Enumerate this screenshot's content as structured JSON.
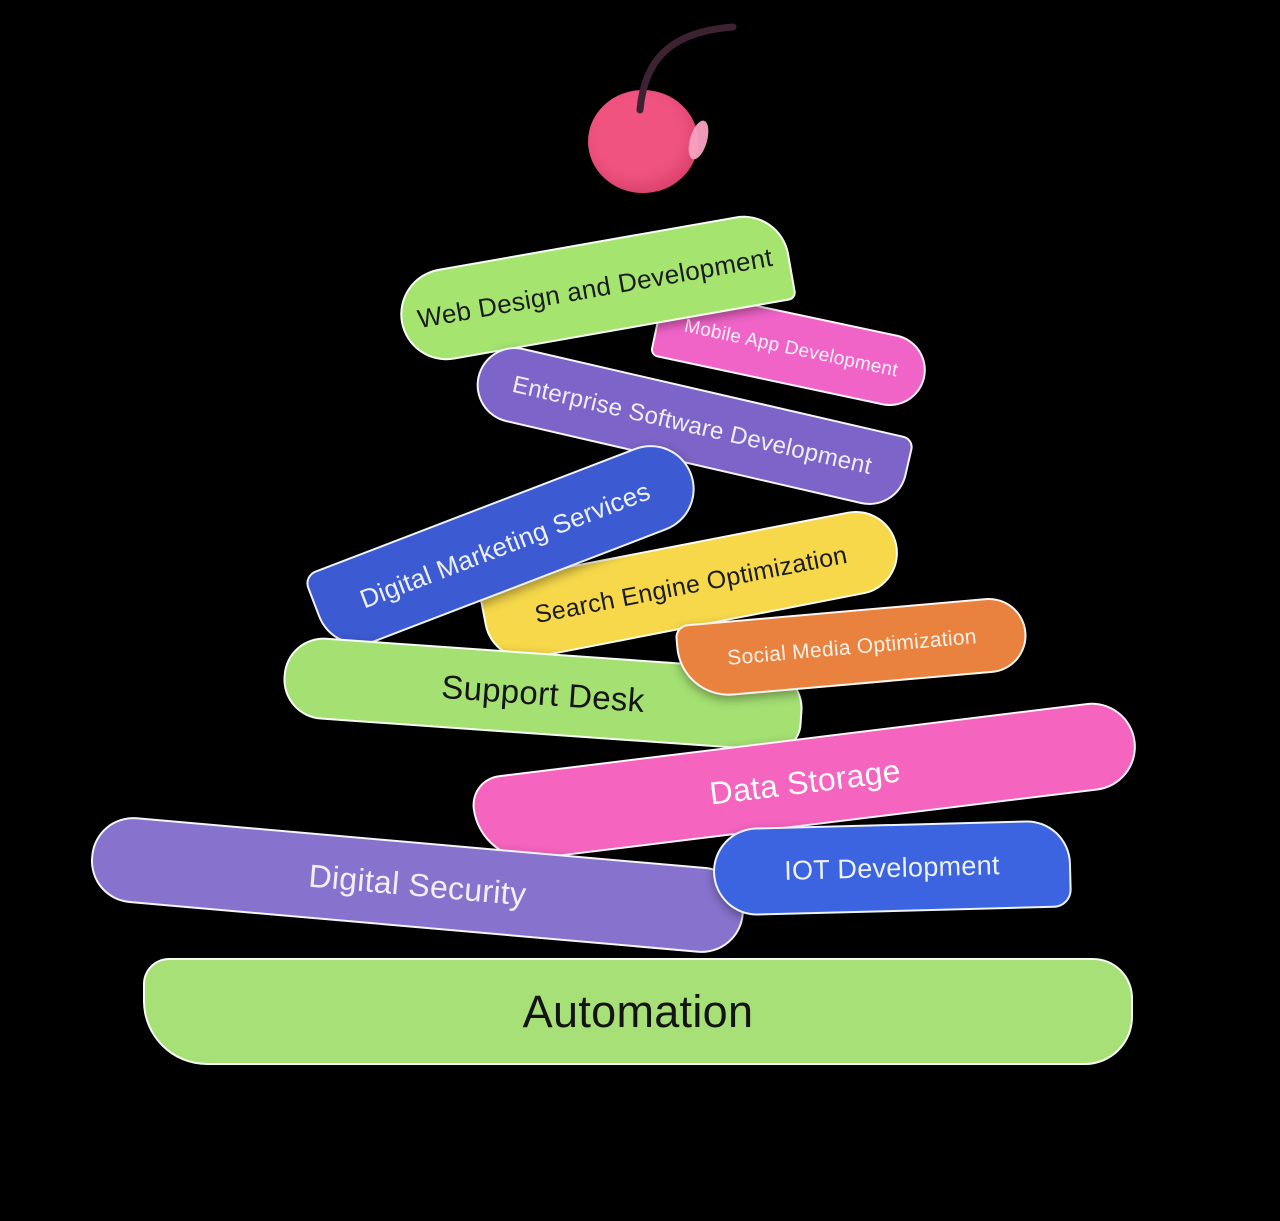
{
  "background_color": "#000000",
  "cherry": {
    "body_color": "#f0537f",
    "highlight_color": "#f9a2c2",
    "stem_color": "#3d2232"
  },
  "bars": [
    {
      "id": "web-design",
      "label": "Web Design and Development",
      "color": "#a5e56f",
      "text_color": "#1b1b1b"
    },
    {
      "id": "mobile-app",
      "label": "Mobile App Development",
      "color": "#f064c8",
      "text_color": "#fdf4fb"
    },
    {
      "id": "enterprise-software",
      "label": "Enterprise Software Development",
      "color": "#7d64c8",
      "text_color": "#f1edfa"
    },
    {
      "id": "digital-marketing",
      "label": "Digital Marketing Services",
      "color": "#3c5ad2",
      "text_color": "#eef1fc"
    },
    {
      "id": "seo",
      "label": "Search Engine Optimization",
      "color": "#f6d84a",
      "text_color": "#1b1b1b"
    },
    {
      "id": "social-media",
      "label": "Social Media Optimization",
      "color": "#e8823e",
      "text_color": "#fdf2e9"
    },
    {
      "id": "support-desk",
      "label": "Support Desk",
      "color": "#a5e073",
      "text_color": "#151515"
    },
    {
      "id": "data-storage",
      "label": "Data Storage",
      "color": "#f564be",
      "text_color": "#ffffff"
    },
    {
      "id": "digital-security",
      "label": "Digital Security",
      "color": "#8773cd",
      "text_color": "#f2effb"
    },
    {
      "id": "iot-development",
      "label": "IOT Development",
      "color": "#3c64e1",
      "text_color": "#eef2fd"
    },
    {
      "id": "automation",
      "label": "Automation",
      "color": "#a8e078",
      "text_color": "#141414"
    }
  ]
}
